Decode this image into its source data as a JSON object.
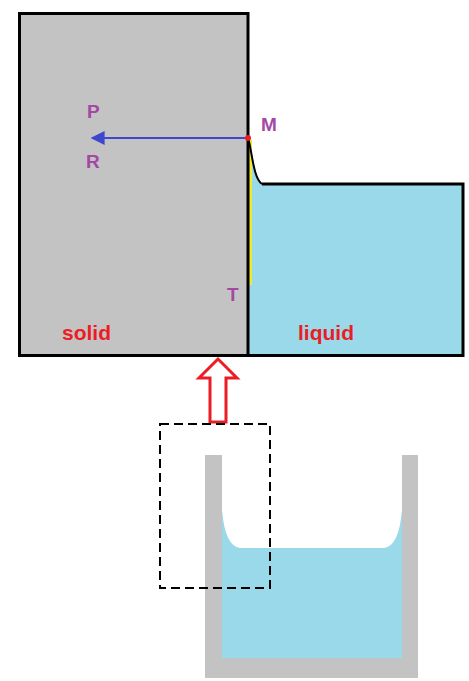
{
  "diagram": {
    "nodes": [
      {
        "text": [
          "solid"
        ]
      },
      {
        "text": [
          "liquid"
        ]
      }
    ],
    "labels": [
      "P",
      "M",
      "R",
      "T"
    ]
  }
}
